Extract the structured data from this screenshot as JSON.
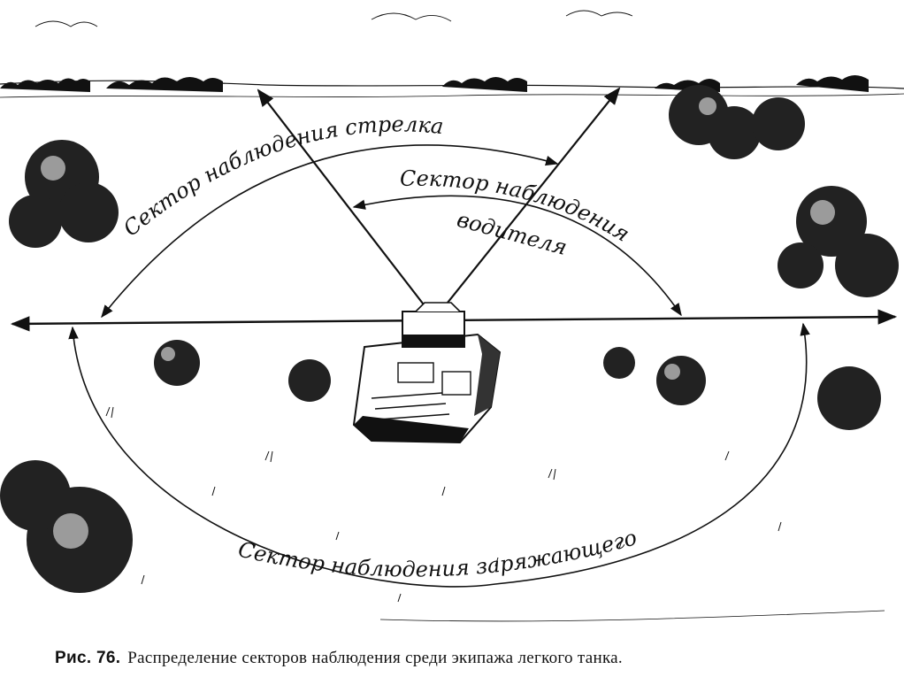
{
  "labels": {
    "gunner": "Сектор наблюдения стрелка",
    "driver_line1": "Сектор наблюдения",
    "driver_line2": "водителя",
    "loader": "Сектор наблюдения заряжающего"
  },
  "caption": {
    "number": "Рис. 76.",
    "text": "Распределение секторов наблюдения среди экипажа легкого танка."
  }
}
